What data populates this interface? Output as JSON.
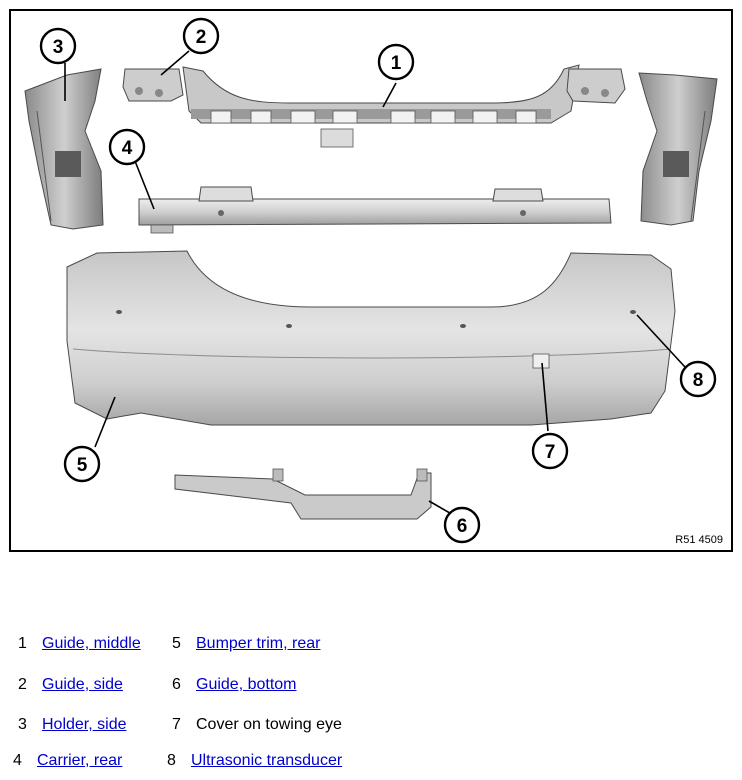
{
  "figure": {
    "reference": "R51 4509",
    "callouts": [
      "1",
      "2",
      "3",
      "4",
      "5",
      "6",
      "7",
      "8"
    ]
  },
  "legend": {
    "items": [
      {
        "num": "1",
        "label": "Guide, middle",
        "link": true
      },
      {
        "num": "2",
        "label": "Guide, side",
        "link": true
      },
      {
        "num": "3",
        "label": "Holder, side",
        "link": true
      },
      {
        "num": "4",
        "label": "Carrier, rear",
        "link": true
      },
      {
        "num": "5",
        "label": "Bumper trim, rear",
        "link": true
      },
      {
        "num": "6",
        "label": "Guide, bottom",
        "link": true
      },
      {
        "num": "7",
        "label": "Cover on towing eye",
        "link": false
      },
      {
        "num": "8",
        "label": "Ultrasonic transducer",
        "link": true
      }
    ]
  },
  "colors": {
    "link": "#0000cc",
    "part_fill": "#d4d4d4",
    "part_shadow": "#9a9a9a",
    "bumper_light": "#e6e6e6",
    "bumper_dark": "#a9a9a9"
  }
}
